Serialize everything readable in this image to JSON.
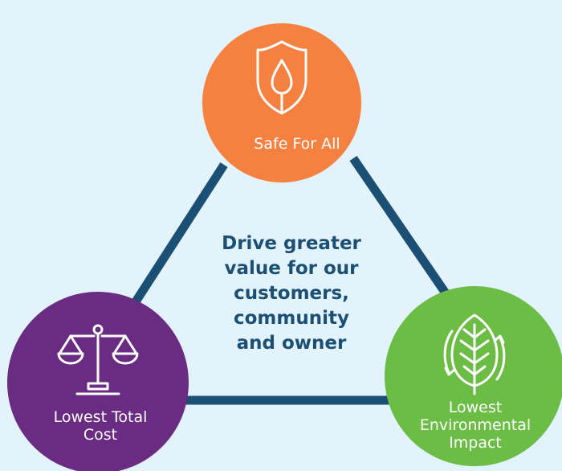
{
  "diagram": {
    "center_text": "Drive greater\nvalue for our\ncustomers,\ncommunity\nand owner",
    "nodes": [
      {
        "id": "safe",
        "label": "Safe For All",
        "color": "#f4813f",
        "icon": "shield-drop-icon"
      },
      {
        "id": "cost",
        "label": "Lowest Total\nCost",
        "color": "#6a2c82",
        "icon": "balance-scale-icon"
      },
      {
        "id": "env",
        "label": "Lowest\nEnvironmental\nImpact",
        "color": "#6cbd45",
        "icon": "recycle-leaf-icon"
      }
    ],
    "edge_color": "#1b4f74"
  }
}
